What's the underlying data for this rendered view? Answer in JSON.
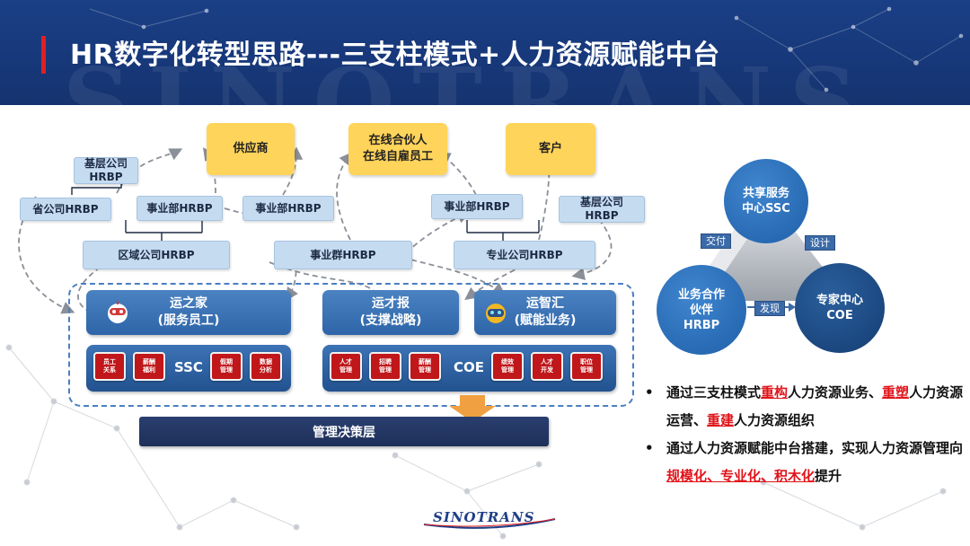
{
  "header": {
    "title": "HR数字化转型思路---三支柱模式+人力资源赋能中台",
    "watermark": "SINOTRANS"
  },
  "external": {
    "supplier": "供应商",
    "partner_line1": "在线合伙人",
    "partner_line2": "在线自雇员工",
    "customer": "客户"
  },
  "hrbp_nodes": {
    "grassroots_left_1": "基层公司",
    "grassroots_left_2": "HRBP",
    "province": "省公司HRBP",
    "division_left": "事业部HRBP",
    "division_mid": "事业部HRBP",
    "division_right": "事业部HRBP",
    "grassroots_right_1": "基层公司",
    "grassroots_right_2": "HRBP",
    "regional": "区域公司HRBP",
    "business_group": "事业群HRBP",
    "specialized": "专业公司HRBP"
  },
  "platforms": {
    "yunzhijia_1": "运之家",
    "yunzhijia_2": "(服务员工)",
    "yuncaibao_1": "运才报",
    "yuncaibao_2": "(支撑战略)",
    "yunzhihui_1": "运智汇",
    "yunzhihui_2": "(赋能业务)"
  },
  "ssc": {
    "label": "SSC",
    "modules": [
      [
        "员工",
        "关系"
      ],
      [
        "薪酬",
        "福利"
      ],
      [
        "假期",
        "管理"
      ],
      [
        "数据",
        "分析"
      ]
    ]
  },
  "coe": {
    "label": "COE",
    "modules": [
      [
        "人才",
        "管理"
      ],
      [
        "招聘",
        "管理"
      ],
      [
        "薪酬",
        "管理"
      ],
      [
        "绩效",
        "管理"
      ],
      [
        "人才",
        "开发"
      ],
      [
        "职位",
        "管理"
      ]
    ]
  },
  "decision_layer": "管理决策层",
  "three_pillars": {
    "ssc_1": "共享服务",
    "ssc_2": "中心SSC",
    "hrbp_1": "业务合作",
    "hrbp_2": "伙伴",
    "hrbp_3": "HRBP",
    "coe_1": "专家中心",
    "coe_2": "COE",
    "edge_deliver": "交付",
    "edge_design": "设计",
    "edge_discover": "发现"
  },
  "bullets": [
    {
      "dot": "•",
      "p1": "通过三支柱模式",
      "h1": "重构",
      "p2": "人力资源业务、",
      "h2": "重塑",
      "p3": "人力资源运营、",
      "h3": "重建",
      "p4": "人力资源组织"
    },
    {
      "dot": "•",
      "p1": "通过人力资源赋能中台搭建，实现人力资源管理向",
      "h1": "规模化、专业化、积木化",
      "p2": "提升"
    }
  ],
  "footer": {
    "logo_text": "SINOTRANS"
  },
  "colors": {
    "header_bg": "#17387a",
    "accent_red": "#e02020",
    "hrbp_fill": "#c5dbf0",
    "external_fill": "#ffd45a",
    "module_red": "#c0171a",
    "circle_dark": "#1b4a8a",
    "circle_mid": "#2b6cb5",
    "arrow_orange": "#f0a040"
  }
}
